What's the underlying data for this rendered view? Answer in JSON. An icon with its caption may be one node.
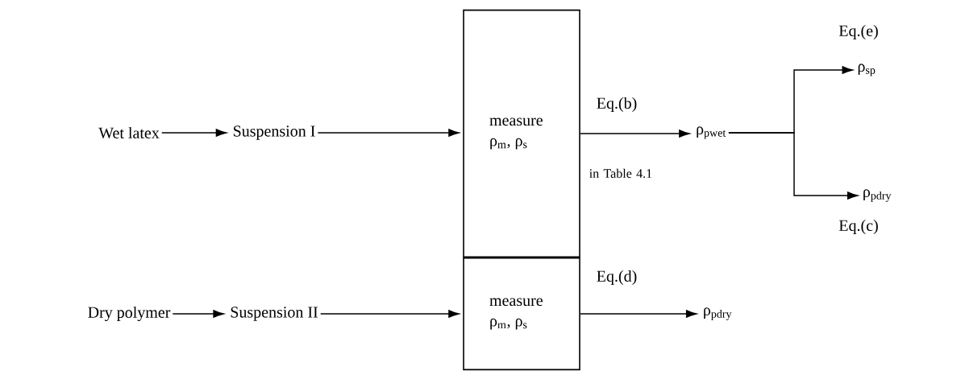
{
  "diagram": {
    "nodes": [
      {
        "text": [
          "Wet latex"
        ]
      },
      {
        "text": [
          "Suspension I"
        ]
      },
      {
        "text": [
          "measure ρ$_{m}$, ρ$_{s}$"
        ]
      },
      {
        "text": [
          "measure ρ$_{m}$, ρ$_{s}$"
        ]
      },
      {
        "text": [
          "ρ$_{pwet}$"
        ]
      },
      {
        "text": [
          "ρ$_{sp}$"
        ]
      },
      {
        "text": [
          "ρ$_{pdry}$"
        ]
      },
      {
        "text": [
          "Dry polymer"
        ]
      },
      {
        "text": [
          "Suspension II"
        ]
      },
      {
        "text": [
          "ρ$_{pdry}$"
        ]
      }
    ],
    "edges": [
      {
        "from": 0,
        "to": 1,
        "arrow": "to"
      },
      {
        "from": 1,
        "to": 2,
        "arrow": "to"
      },
      {
        "from": 2,
        "to": 4,
        "arrow": "to",
        "label": "Eq.(b)"
      },
      {
        "from": 4,
        "to": 5,
        "arrow": "to",
        "label": "Eq.(e)"
      },
      {
        "from": 4,
        "to": 6,
        "arrow": "to",
        "label": "Eq.(c)"
      },
      {
        "from": 7,
        "to": 8,
        "arrow": "to"
      },
      {
        "from": 8,
        "to": 3,
        "arrow": "to"
      },
      {
        "from": 3,
        "to": 9,
        "arrow": "to",
        "label": "Eq.(d)"
      }
    ],
    "labels": [
      "in Table 4.1"
    ]
  }
}
